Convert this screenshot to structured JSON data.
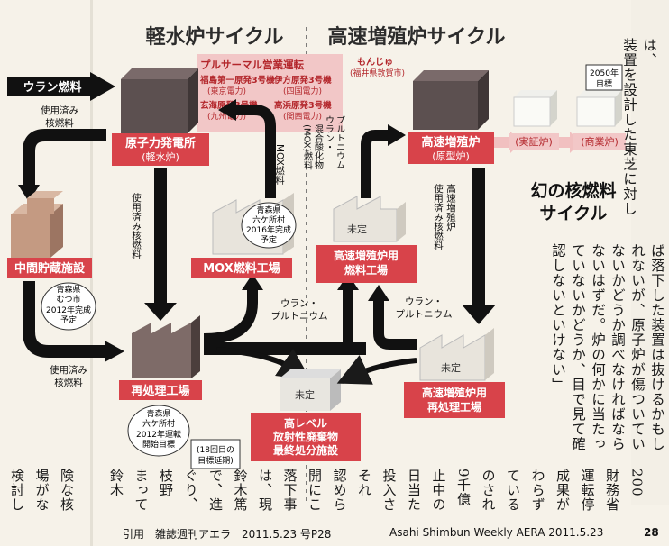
{
  "diagram": {
    "header_left": "軽水炉サイクル",
    "header_right": "高速増殖炉サイクル",
    "uranium_label": "ウラン燃料",
    "pluthermal": {
      "title": "プルサーマル営業運転",
      "items": [
        "福島第一原発3号機",
        "(東京電力)",
        "玄海原発3号機",
        "(九州電力)",
        "伊方原発3号機",
        "(四国電力)",
        "高浜原発3号機",
        "(関西電力)"
      ]
    },
    "monju": [
      "もんじゅ",
      "(福井県敦賀市)"
    ],
    "target2050": [
      "2050年",
      "目標"
    ],
    "boxes": {
      "npp": [
        "原子力発電所",
        "(軽水炉)"
      ],
      "interim": "中間貯蔵施設",
      "mox_factory": "MOX燃料工場",
      "reprocess": "再処理工場",
      "hlw": [
        "高レベル",
        "放射性廃棄物",
        "最終処分施設"
      ],
      "fbr_fuel": [
        "高速増殖炉用",
        "燃料工場"
      ],
      "fbr": [
        "高速増殖炉",
        "(原型炉)"
      ],
      "demo": "(実証炉)",
      "commercial": "(商業炉)",
      "fbr_reprocess": [
        "高速増殖炉用",
        "再処理工場"
      ]
    },
    "labels": {
      "spent1": [
        "使用済み",
        "核燃料"
      ],
      "spent_vertical": "使用済み核燃料",
      "spent3": [
        "使用済み",
        "核燃料"
      ],
      "mox_fuel": "MOX燃料",
      "mixed_oxide": [
        "ウラン・",
        "プルトニウム",
        "混合酸化物",
        "(MOX)燃料"
      ],
      "fbr_spent": [
        "高速増殖炉",
        "使用済み核燃料"
      ],
      "u_pu_1": [
        "ウラン・",
        "プルトニウム"
      ],
      "u_pu_2": [
        "ウラン・プルトニウム"
      ],
      "undecided": "未定"
    },
    "notes": {
      "mutsu": [
        "青森県",
        "むつ市",
        "2012年完成",
        "予定"
      ],
      "rokkasho_mox": [
        "青森県",
        "六ケ所村",
        "2016年完成",
        "予定"
      ],
      "rokkasho_rep": [
        "青森県",
        "六ケ所村",
        "2012年運転",
        "開始目標"
      ],
      "delay": [
        "(18回目の",
        "目標延期)"
      ]
    },
    "title": [
      "幻の核燃料",
      "サイクル"
    ]
  },
  "article": {
    "top_cols": [
      "は、",
      "装置を設計した東芝に対し"
    ],
    "right_cols": [
      "ば落下した装置は抜けるかもし",
      "れないが、原子炉が傷ついてい",
      "ないかどうか調べなければなら",
      "ないはずだ。炉の何かに当たっ",
      "ていないかどうか、目で見て確",
      "認しないといけない」"
    ],
    "bottom_cols": [
      "検討し",
      "場がな",
      "険な核",
      "",
      "鈴木",
      "まって",
      "枝野",
      "ぐり、",
      "で、進",
      "鈴木篤",
      "は、現",
      "落下事",
      "開にこ",
      "認めら",
      "それ",
      "投入さ",
      "日当た",
      "止中の",
      "9千億",
      "のされ",
      "ている",
      "わらず",
      "成果が",
      "運転停",
      "財務省",
      "200"
    ]
  },
  "footer": {
    "citation": "引用　雑誌週刊アエラ　2011.5.23 号P28",
    "source": "Asahi Shimbun Weekly AERA 2011.5.23",
    "page_num": "28"
  }
}
